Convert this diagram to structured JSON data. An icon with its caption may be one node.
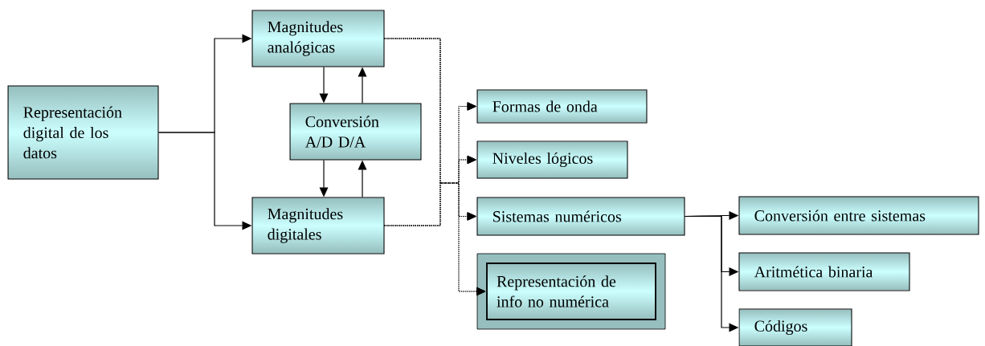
{
  "diagram": {
    "nodes": [
      {
        "text": [
          "Representación digital de los datos"
        ]
      },
      {
        "text": [
          "Magnitudes analógicas"
        ]
      },
      {
        "text": [
          "Conversión A/D D/A"
        ]
      },
      {
        "text": [
          "Magnitudes digitales"
        ]
      },
      {
        "text": [
          "Formas de onda"
        ]
      },
      {
        "text": [
          "Niveles lógicos"
        ]
      },
      {
        "text": [
          "Sistemas numéricos"
        ]
      },
      {
        "text": [
          "Representación de info no numérica"
        ]
      },
      {
        "text": [
          "Conversión entre sistemas"
        ]
      },
      {
        "text": [
          "Aritmética binaria"
        ]
      },
      {
        "text": [
          "Códigos"
        ]
      }
    ],
    "edges": [
      {
        "from": 0,
        "to": 1,
        "arrow": "to"
      },
      {
        "from": 0,
        "to": 3,
        "arrow": "to"
      },
      {
        "from": 1,
        "to": 2,
        "arrow": "to"
      },
      {
        "from": 2,
        "to": 1,
        "arrow": "to"
      },
      {
        "from": 2,
        "to": 3,
        "arrow": "to"
      },
      {
        "from": 3,
        "to": 2,
        "arrow": "to"
      },
      {
        "from": 1,
        "to": 4,
        "arrow": "to",
        "style": "dashed"
      },
      {
        "from": 1,
        "to": 5,
        "arrow": "to",
        "style": "dashed"
      },
      {
        "from": 1,
        "to": 6,
        "arrow": "to",
        "style": "dashed"
      },
      {
        "from": 1,
        "to": 7,
        "arrow": "to",
        "style": "dashed"
      },
      {
        "from": 3,
        "to": 4,
        "arrow": "to",
        "style": "dashed"
      },
      {
        "from": 3,
        "to": 5,
        "arrow": "to",
        "style": "dashed"
      },
      {
        "from": 3,
        "to": 6,
        "arrow": "to",
        "style": "dashed"
      },
      {
        "from": 3,
        "to": 7,
        "arrow": "to",
        "style": "dashed"
      },
      {
        "from": 6,
        "to": 8,
        "arrow": "to"
      },
      {
        "from": 6,
        "to": 9,
        "arrow": "to"
      },
      {
        "from": 6,
        "to": 10,
        "arrow": "to"
      }
    ]
  }
}
